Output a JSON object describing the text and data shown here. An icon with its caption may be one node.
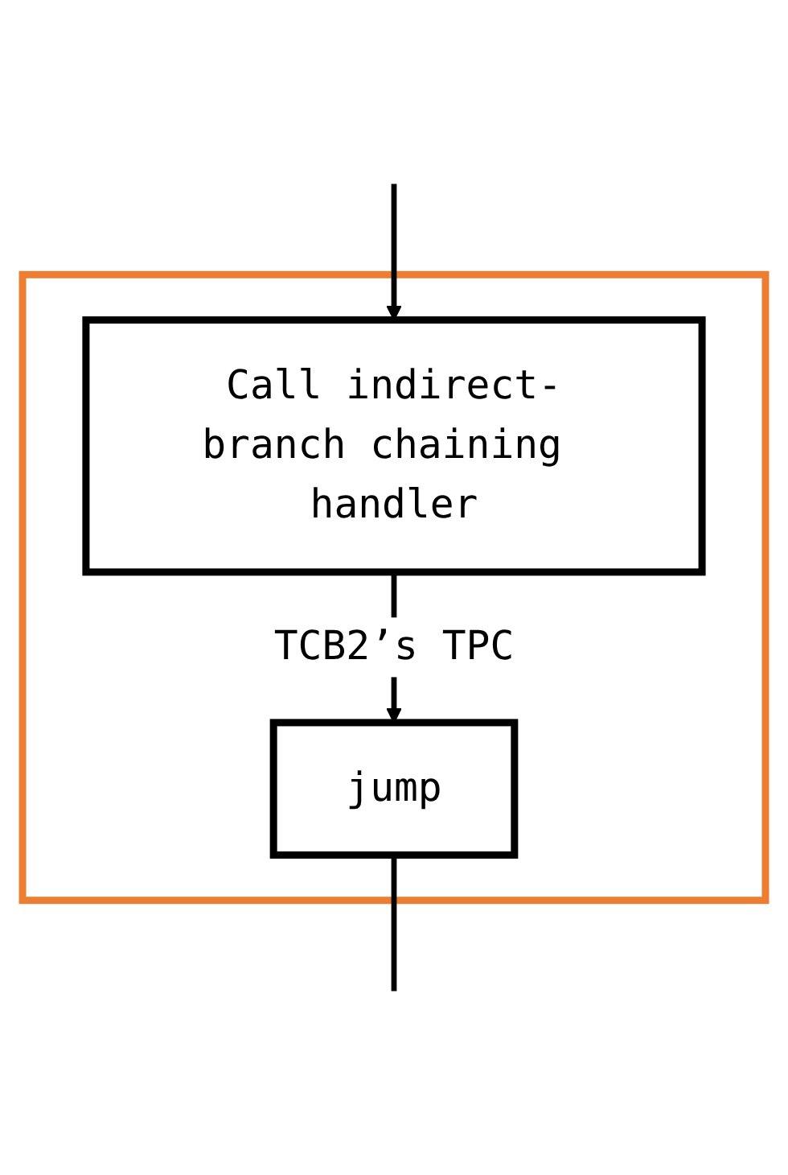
{
  "diagram": {
    "nodes": [
      {
        "text": [],
        "shape": "box"
      },
      {
        "text": [
          "Call indirect-branch chaining handler"
        ],
        "in": 0
      },
      {
        "text": [
          "jump"
        ],
        "in": 0
      }
    ],
    "edges": [
      {
        "from": null,
        "to": 1,
        "arrow": "to"
      },
      {
        "from": 1,
        "to": 2,
        "arrow": "to",
        "label": "TCB2’s TPC"
      },
      {
        "from": 2,
        "to": null,
        "arrow": "none"
      }
    ]
  }
}
